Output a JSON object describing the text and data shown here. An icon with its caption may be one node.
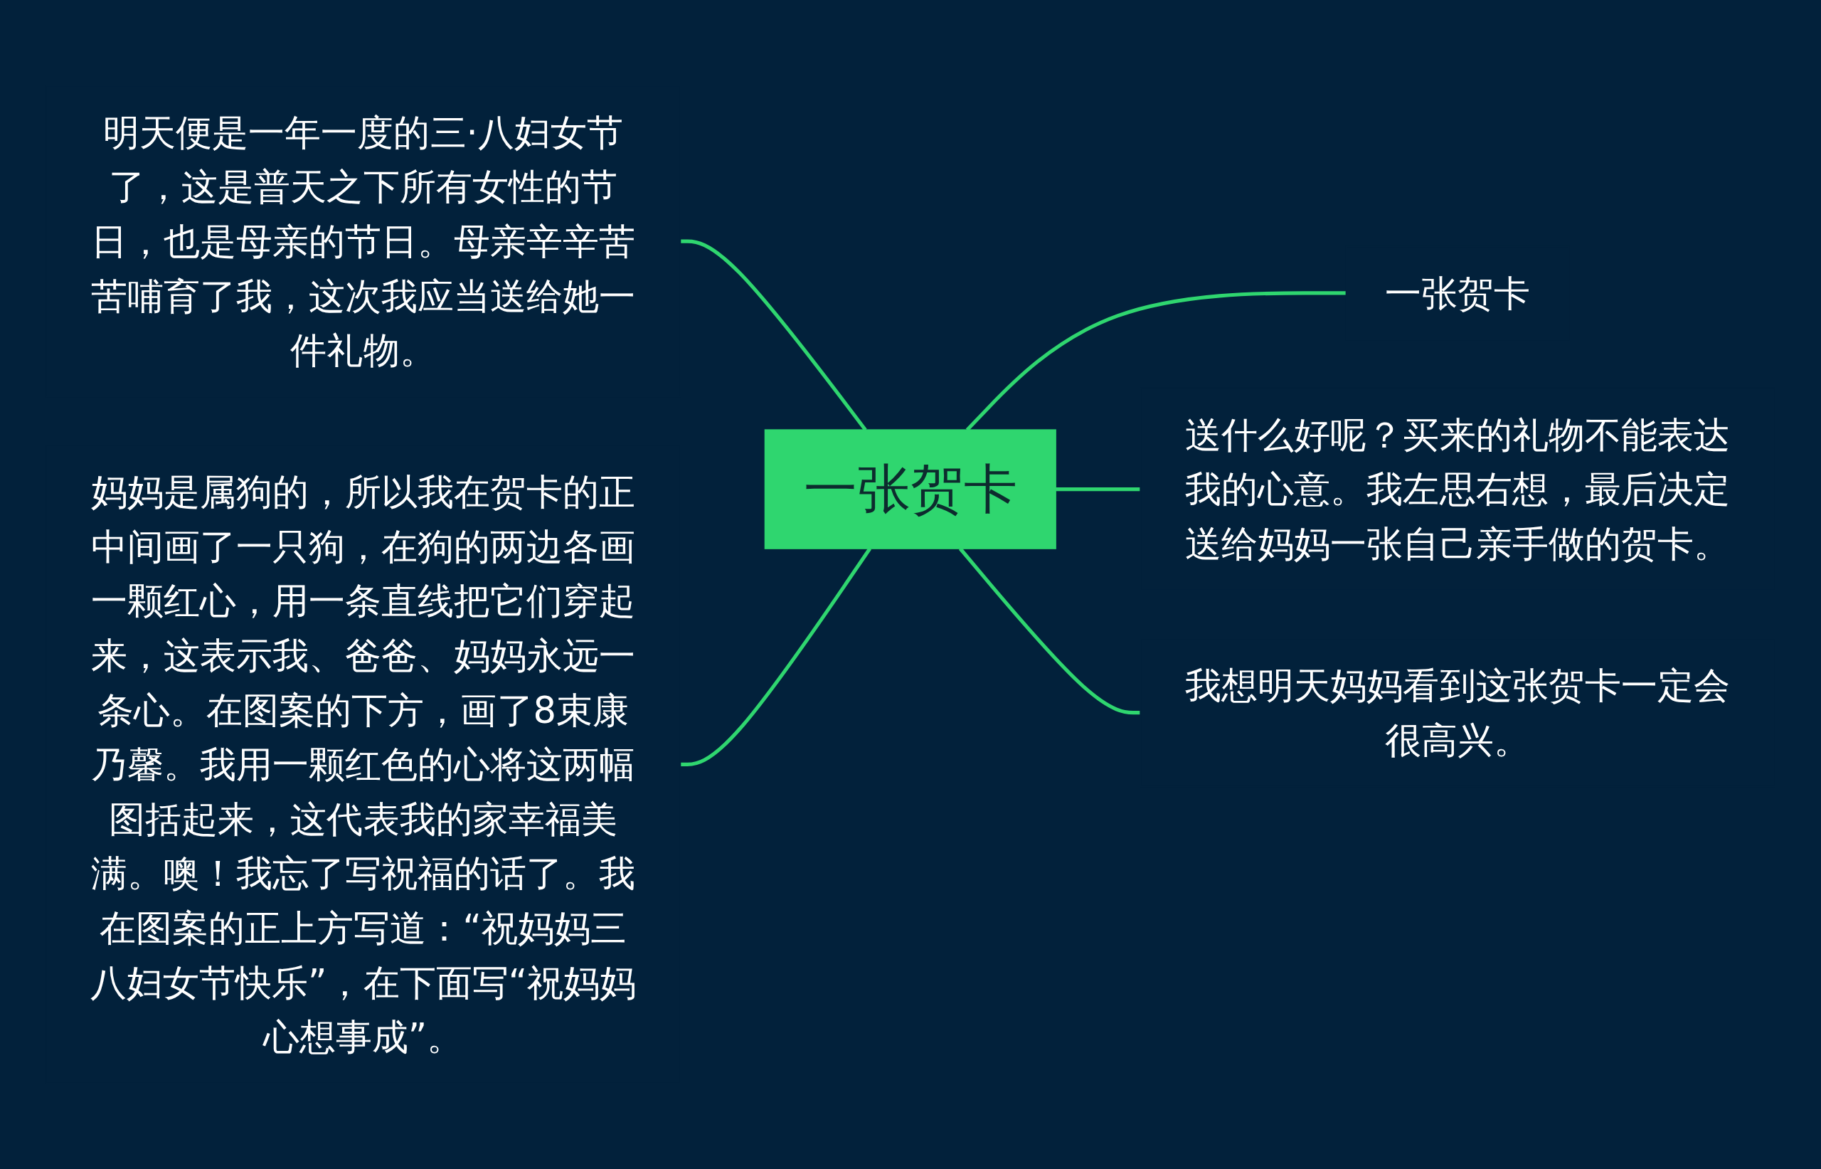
{
  "diagram": {
    "nodes": [
      {
        "text": [
          "一张贺卡"
        ]
      },
      {
        "text": [
          "明天便是一年一度的三·八妇女节了，这是普天之下所有女性的节日，也是母亲的节日。母亲辛辛苦苦哺育了我，这次我应当送给她一件礼物。"
        ]
      },
      {
        "text": [
          "妈妈是属狗的，所以我在贺卡的正中间画了一只狗，在狗的两边各画一颗红心，用一条直线把它们穿起来，这表示我、爸爸、妈妈永远一条心。在图案的下方，画了8束康乃馨。我用一颗红色的心将这两幅图括起来，这代表我的家幸福美满。噢！我忘了写祝福的话了。我在图案的正上方写道：“祝妈妈三八妇女节快乐”，在下面写“祝妈妈心想事成”。"
        ]
      },
      {
        "text": [
          "一张贺卡"
        ]
      },
      {
        "text": [
          "送什么好呢？买来的礼物不能表达我的心意。我左思右想，最后决定送给妈妈一张自己亲手做的贺卡。"
        ]
      },
      {
        "text": [
          "我想明天妈妈看到这张贺卡一定会很高兴。"
        ]
      }
    ],
    "edges": [
      {
        "from": 1,
        "to": 0,
        "arrow": "none"
      },
      {
        "from": 2,
        "to": 0,
        "arrow": "none"
      },
      {
        "from": 0,
        "to": 3,
        "arrow": "none"
      },
      {
        "from": 0,
        "to": 4,
        "arrow": "none"
      },
      {
        "from": 0,
        "to": 5,
        "arrow": "none"
      }
    ]
  }
}
